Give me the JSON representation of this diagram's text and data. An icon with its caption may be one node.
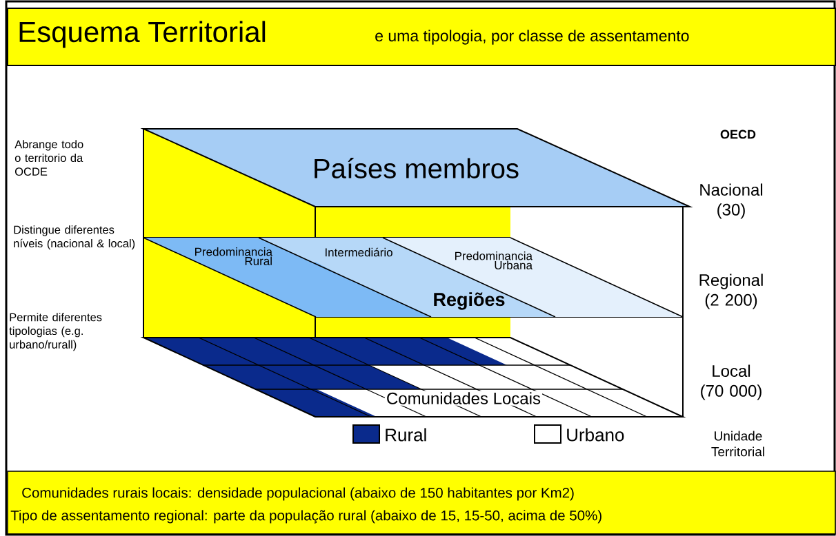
{
  "diagram": {
    "title": "Esquema Territorial",
    "nodes": [
      {
        "text": [
          "Países membros"
        ]
      },
      {
        "text": [
          "Predominancia Rural",
          "Intermediário",
          "Predominancia Urbana",
          "Regiões"
        ]
      },
      {
        "text": [
          "Comunidades Locais"
        ]
      }
    ],
    "labels": [
      "e uma tipologia, por classe de assentamento",
      "Abrange todo o territorio da OCDE",
      "OECD",
      "Nacional (30)",
      "Distingue diferentes níveis (nacional & local)",
      "Regional (2 200)",
      "Permite diferentes tipologias (e.g. urbano/rurall)",
      "Local (70 000)",
      "Unidade Territorial",
      "Comunidades rurais locais: densidade populacional (abaixo de 150 habitantes por Km2)",
      "Tipo de assentamento regional: parte da população rural (abaixo de 15, 15-50, acima de 50%)"
    ],
    "legend": [
      {
        "text": "Rural",
        "color": "#0a2a8c"
      },
      {
        "text": "Urbano"
      }
    ]
  }
}
